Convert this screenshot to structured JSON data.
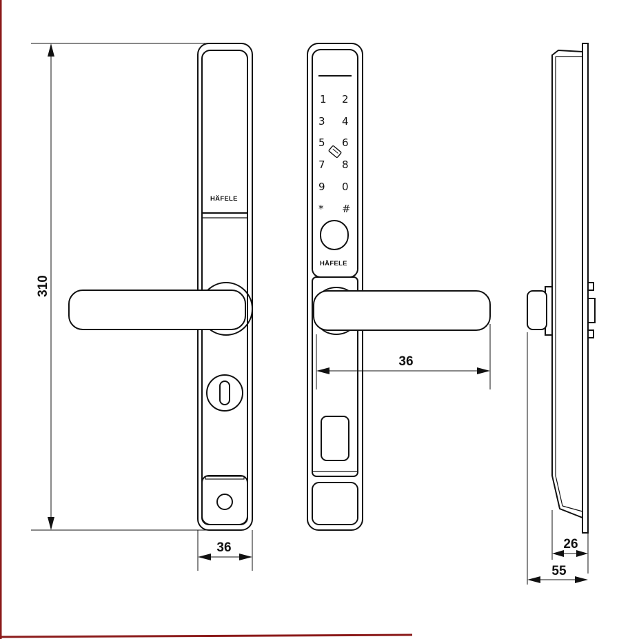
{
  "brand": "HÄFELE",
  "dimensions": {
    "height": "310",
    "plate_width": "36",
    "handle_projection": "36",
    "side_depth_small": "26",
    "side_depth_total": "55"
  },
  "keypad": {
    "rows": [
      [
        "1",
        "2"
      ],
      [
        "3",
        "4"
      ],
      [
        "5",
        "6"
      ],
      [
        "7",
        "8"
      ],
      [
        "9",
        "0"
      ],
      [
        "*",
        "#"
      ]
    ]
  },
  "colors": {
    "border_accent": "#8b1a1a",
    "line": "#111111"
  }
}
